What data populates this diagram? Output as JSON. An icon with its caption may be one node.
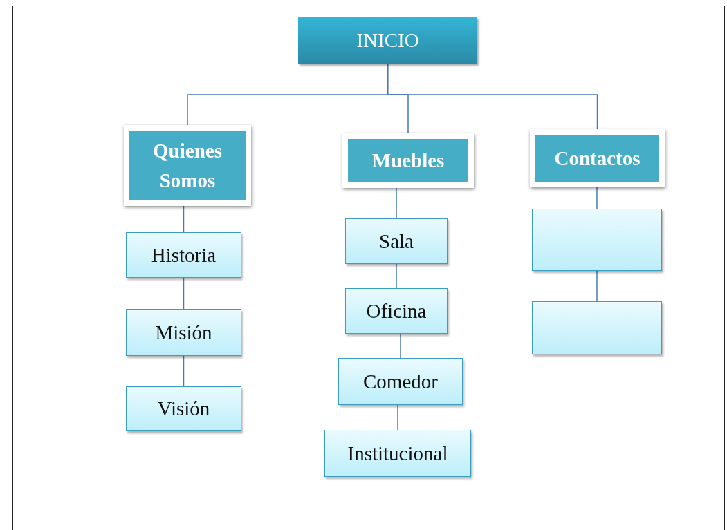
{
  "diagram": {
    "nodes": [
      {
        "text": [
          "INICIO"
        ]
      },
      {
        "text": [
          "Quienes Somos"
        ]
      },
      {
        "text": [
          "Muebles"
        ]
      },
      {
        "text": [
          "Contactos"
        ]
      },
      {
        "text": [
          "Historia"
        ]
      },
      {
        "text": [
          "Misión"
        ]
      },
      {
        "text": [
          "Visión"
        ]
      },
      {
        "text": [
          "Sala"
        ]
      },
      {
        "text": [
          "Oficina"
        ]
      },
      {
        "text": [
          "Comedor"
        ]
      },
      {
        "text": [
          "Institucional"
        ]
      },
      {
        "text": [],
        "shape": "box"
      },
      {
        "text": [],
        "shape": "box"
      }
    ],
    "edges": [
      {
        "from": 0,
        "to": 1,
        "arrow": "none"
      },
      {
        "from": 0,
        "to": 2,
        "arrow": "none"
      },
      {
        "from": 0,
        "to": 3,
        "arrow": "none"
      },
      {
        "from": 1,
        "to": 4,
        "arrow": "none"
      },
      {
        "from": 4,
        "to": 5,
        "arrow": "none"
      },
      {
        "from": 5,
        "to": 6,
        "arrow": "none"
      },
      {
        "from": 2,
        "to": 7,
        "arrow": "none"
      },
      {
        "from": 7,
        "to": 8,
        "arrow": "none"
      },
      {
        "from": 8,
        "to": 9,
        "arrow": "none"
      },
      {
        "from": 9,
        "to": 10,
        "arrow": "none"
      },
      {
        "from": 3,
        "to": 11,
        "arrow": "none"
      },
      {
        "from": 11,
        "to": 12,
        "arrow": "none"
      }
    ]
  }
}
